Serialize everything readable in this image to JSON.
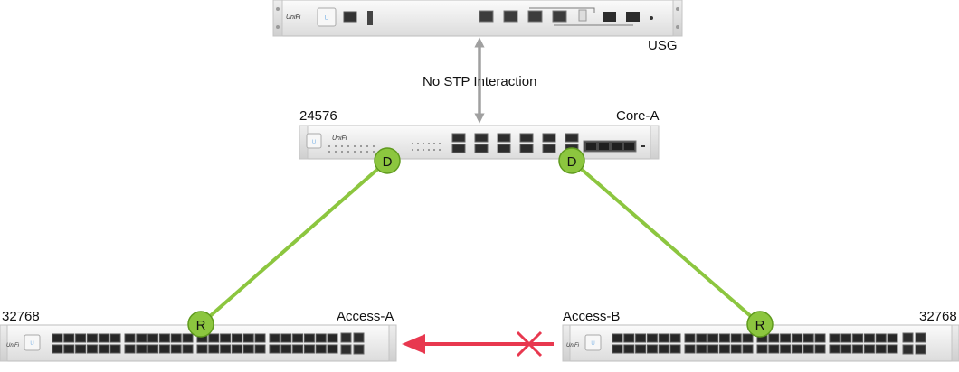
{
  "devices": {
    "usg": {
      "name": "USG"
    },
    "core": {
      "name": "Core-A",
      "priority": "24576"
    },
    "access_a": {
      "name": "Access-A",
      "priority": "32768"
    },
    "access_b": {
      "name": "Access-B",
      "priority": "32768"
    }
  },
  "links": {
    "usg_core": {
      "label": "No STP Interaction"
    },
    "core_access_a": {
      "core_port_role": "D",
      "access_port_role": "R",
      "color": "#8cc63f"
    },
    "core_access_b": {
      "core_port_role": "D",
      "access_port_role": "R",
      "color": "#8cc63f"
    },
    "access_b_access_a": {
      "color": "#e8384f",
      "state": "blocked"
    }
  },
  "branding": {
    "logo": "UniFi"
  },
  "colors": {
    "role_badge": "#8cc63f",
    "role_badge_stroke": "#5f9a1e",
    "gray_arrow": "#a0a0a0"
  }
}
